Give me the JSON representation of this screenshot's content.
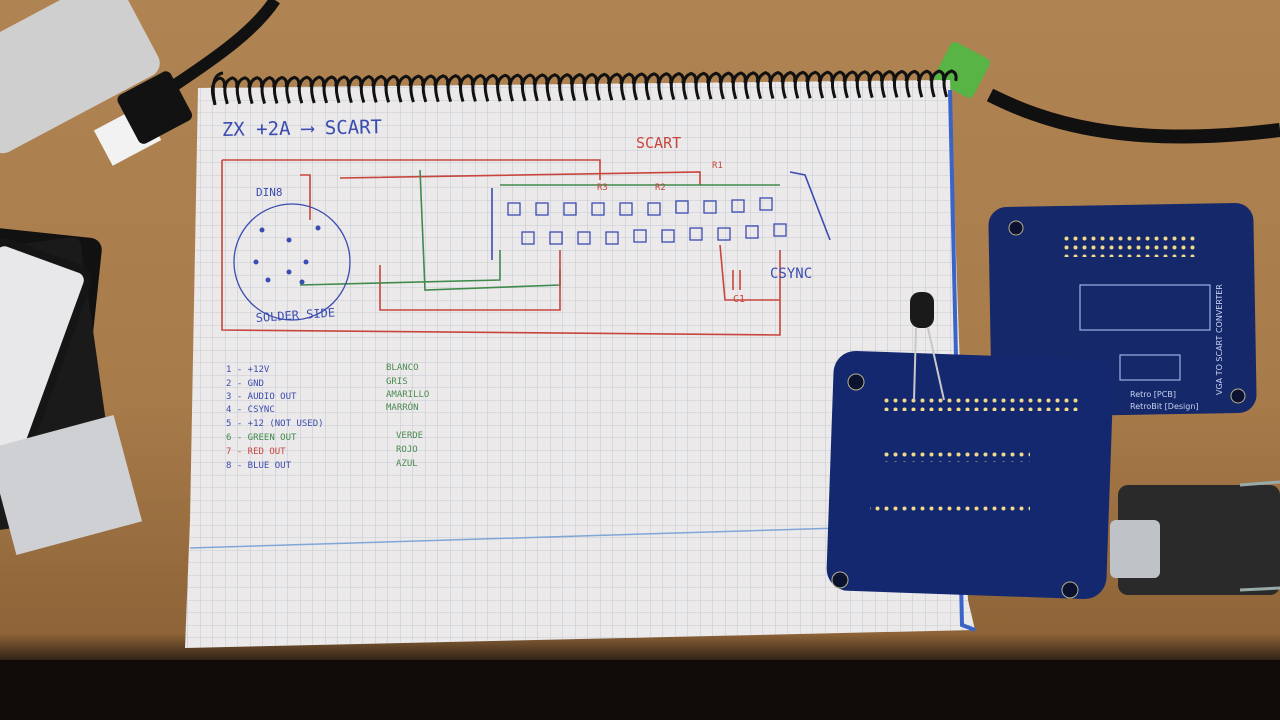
{
  "notebook": {
    "title": "ZX +2A ⟶ SCART",
    "scart_label": "SCART",
    "din_label": "DIN8",
    "socket_label": "SOLDER SIDE",
    "csync_label": "CSYNC",
    "c1_label": "C1",
    "resistors": [
      "R3",
      "R2",
      "R1"
    ],
    "legend": [
      {
        "left": "1 - +12V",
        "right": "BLANCO"
      },
      {
        "left": "2 - GND",
        "right": "GRIS"
      },
      {
        "left": "3 - AUDIO OUT",
        "right": "AMARILLO"
      },
      {
        "left": "4 - CSYNC",
        "right": "MARRÓN"
      },
      {
        "left": "5 - +12 (NOT USED)",
        "right": ""
      },
      {
        "left": "6 - GREEN OUT",
        "right": "VERDE"
      },
      {
        "left": "7 - RED OUT",
        "right": "ROJO"
      },
      {
        "left": "8 - BLUE OUT",
        "right": "AZUL"
      }
    ]
  },
  "pcb": {
    "board_text_1": "VGA TO SCART CONVERTER",
    "board_text_2": "Retro [PCB]",
    "board_text_3": "RetroBit [Design]"
  },
  "colors": {
    "desk": "#a87b4a",
    "paper": "#ece9ea",
    "grid": "#b9c2cc",
    "ink_blue": "#3a4cb0",
    "ink_red": "#c7453d",
    "ink_green": "#3f8a4c",
    "pcb": "#15286a"
  }
}
